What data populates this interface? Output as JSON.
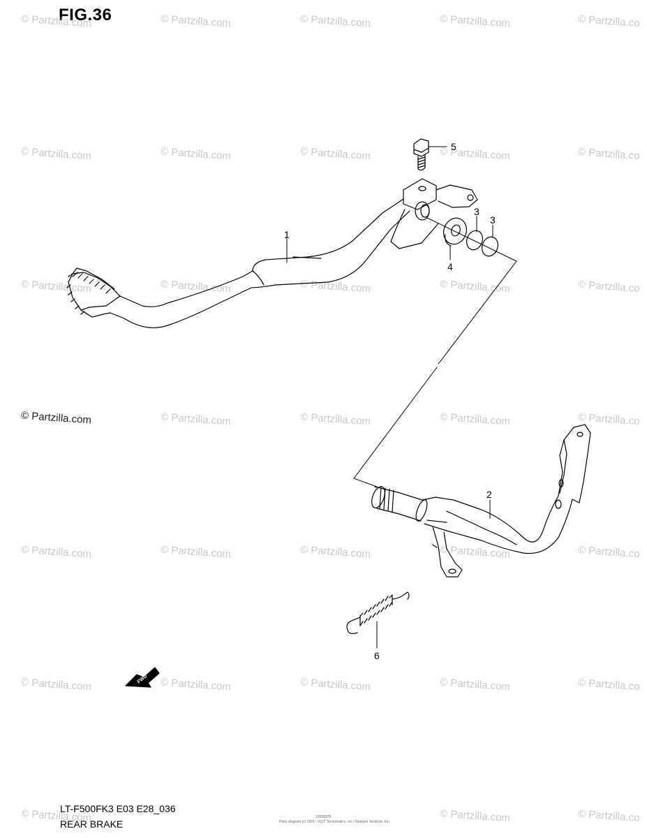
{
  "figure": {
    "title": "FIG.36",
    "model_code": "LT-F500FK3 E03 E28_036",
    "section_name": "REAR BRAKE"
  },
  "watermark": {
    "text": "© Partzilla.com",
    "cut_text": "© Partzilla.co"
  },
  "callouts": {
    "p1": "1",
    "p2": "2",
    "p3a": "3",
    "p3b": "3",
    "p4": "4",
    "p5": "5",
    "p6": "6"
  },
  "fwd_label": "FWD",
  "fine_print": {
    "code": "10000375",
    "copyright": "Parts diagram (c) 2001 - 2017 Tecnomatics, Inc / Network Services, Inc."
  }
}
